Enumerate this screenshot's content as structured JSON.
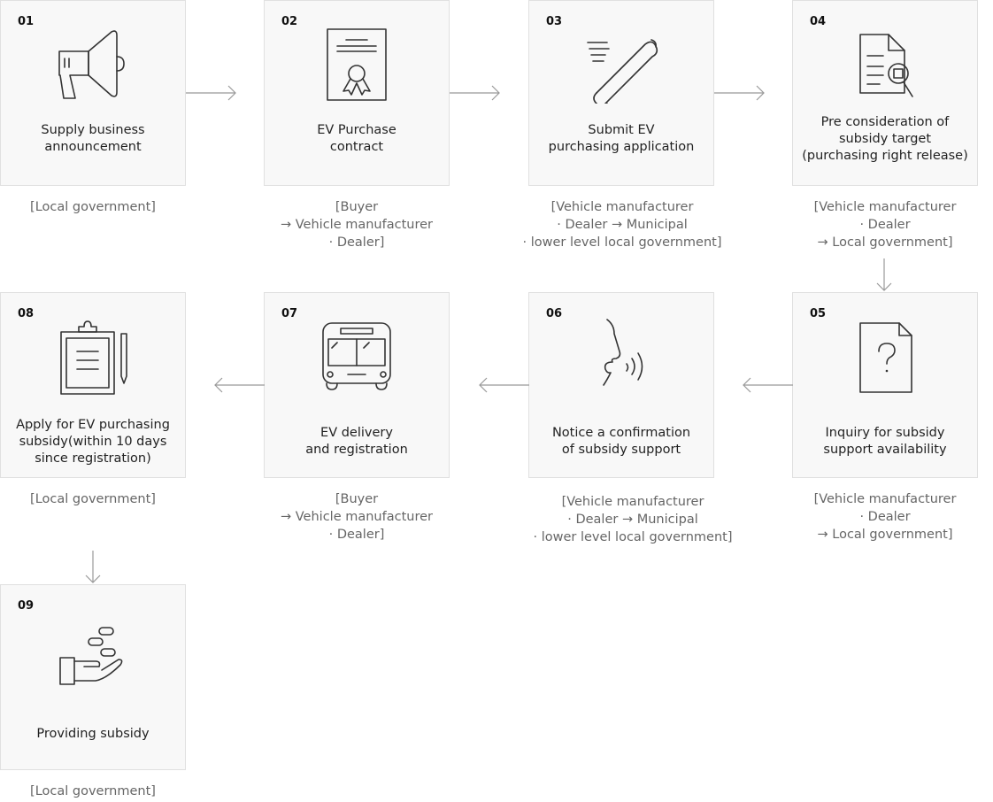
{
  "steps": [
    {
      "num": "01",
      "title": "Supply business\nannouncement",
      "caption": "[Local government]",
      "icon": "megaphone-icon"
    },
    {
      "num": "02",
      "title": "EV Purchase\ncontract",
      "caption": "[Buyer\n→ Vehicle manufacturer\n· Dealer]",
      "icon": "certificate-icon"
    },
    {
      "num": "03",
      "title": "Submit EV\npurchasing application",
      "caption": "[Vehicle manufacturer\n· Dealer → Municipal\n· lower level local government]",
      "icon": "scroll-icon"
    },
    {
      "num": "04",
      "title": "Pre consideration of\nsubsidy target\n(purchasing right release)",
      "caption": "[Vehicle manufacturer\n· Dealer\n→ Local government]",
      "icon": "document-search-icon"
    },
    {
      "num": "05",
      "title": "Inquiry for subsidy\nsupport availability",
      "caption": "[Vehicle manufacturer\n· Dealer\n→ Local government]",
      "icon": "document-question-icon"
    },
    {
      "num": "06",
      "title": "Notice a confirmation\nof subsidy support",
      "caption": "[Vehicle manufacturer\n· Dealer → Municipal\n· lower level local government]",
      "icon": "speaking-face-icon"
    },
    {
      "num": "07",
      "title": "EV delivery\nand registration",
      "caption": "[Buyer\n→ Vehicle manufacturer\n· Dealer]",
      "icon": "bus-icon"
    },
    {
      "num": "08",
      "title": "Apply for EV purchasing\nsubsidy(within 10 days\nsince registration)",
      "caption": "[Local government]",
      "icon": "clipboard-pencil-icon"
    },
    {
      "num": "09",
      "title": "Providing subsidy",
      "caption": "[Local government]",
      "icon": "hand-coins-icon"
    }
  ]
}
